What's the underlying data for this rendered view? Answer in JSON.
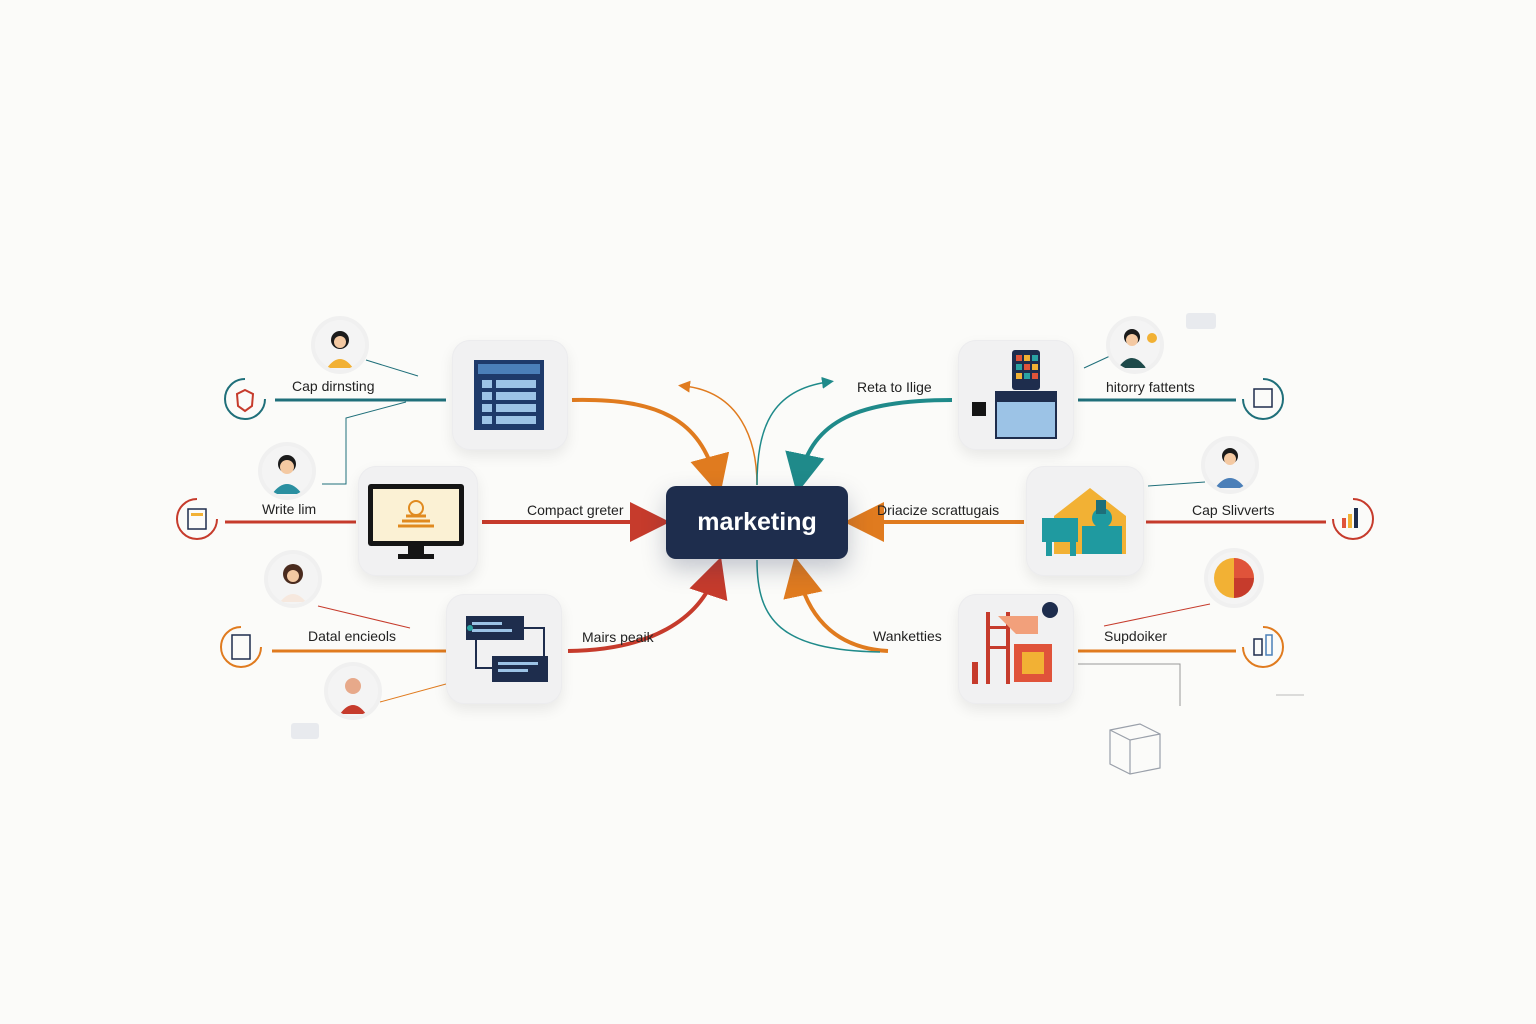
{
  "hub": {
    "label": "marketing"
  },
  "labels": {
    "cap_dirnsting": "Cap dirnsting",
    "write_lim": "Write lim",
    "datal_encieols": "Datal encieols",
    "compact_greter": "Compact greter",
    "mairs_peaik": "Mairs peaik",
    "reta_to_ilige": "Reta to Ilige",
    "hitorry_fattents": "hitorry fattents",
    "driacize_scrattugais": "Driacize scrattugais",
    "cap_slivverts": "Cap Slivverts",
    "wanketties": "Wanketties",
    "supdoiker": "Supdoiker"
  },
  "colors": {
    "hub": "#1e2d4d",
    "teal": "#1f6f7a",
    "orange": "#e07b1f",
    "red": "#c63b2c",
    "navy": "#1e2d4d"
  },
  "icons": {
    "tile_top_left": "list-document-icon",
    "tile_mid_left": "monitor-icon",
    "tile_bottom_left": "flowchart-icon",
    "tile_top_right": "phone-shop-icon",
    "tile_mid_right": "factory-icon",
    "tile_bottom_right": "warehouse-icon"
  }
}
